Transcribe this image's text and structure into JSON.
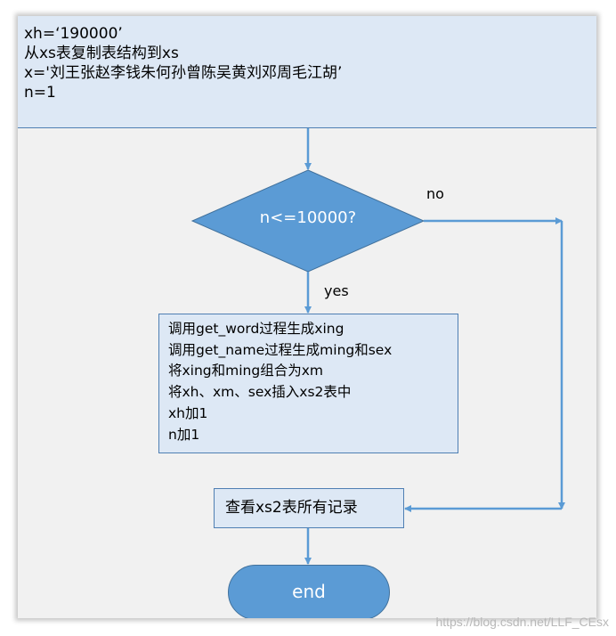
{
  "header": {
    "lines": [
      "xh=‘190000’",
      "从xs表复制表结构到xs",
      "x='刘王张赵李钱朱何孙曾陈吴黄刘邓周毛江胡’",
      "n=1"
    ]
  },
  "decision": {
    "text": "n<=10000?",
    "no_label": "no",
    "yes_label": "yes"
  },
  "process": {
    "lines": [
      "调用get_word过程生成xing",
      "调用get_name过程生成ming和sex",
      "将xing和ming组合为xm",
      "将xh、xm、sex插入xs2表中",
      "xh加1",
      "n加1"
    ]
  },
  "view_step": "查看xs2表所有记录",
  "terminal": "end",
  "watermark": "https://blog.csdn.net/LLF_CEsx",
  "colors": {
    "box_fill": "#dde8f5",
    "box_border": "#4f7fb3",
    "shape_fill": "#5b9bd5",
    "arrow": "#5b9bd5"
  }
}
